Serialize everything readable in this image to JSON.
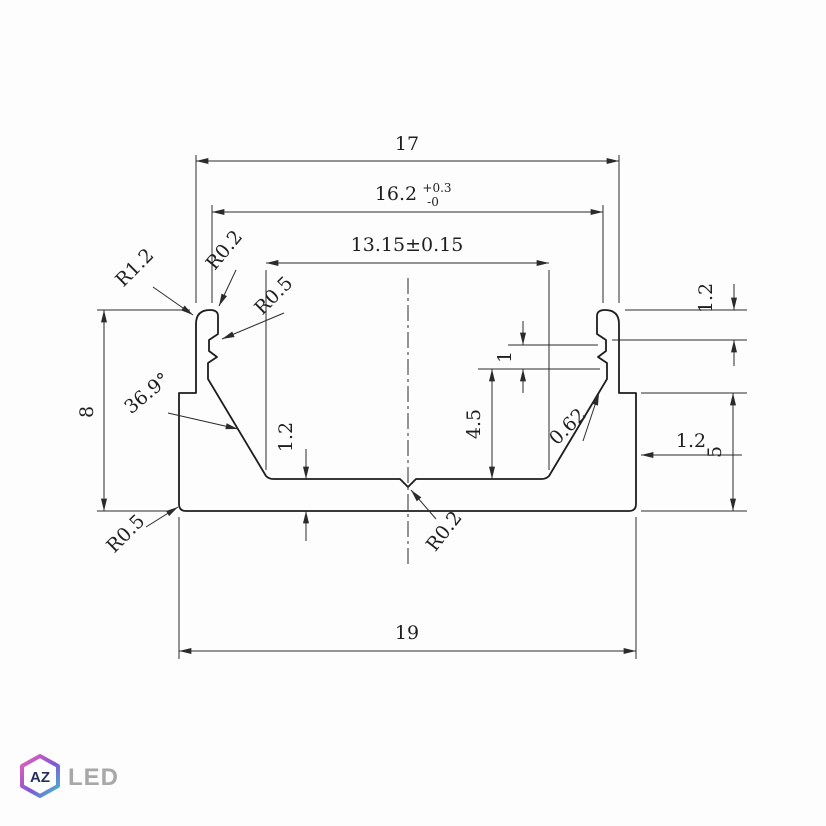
{
  "drawing": {
    "dims": {
      "top_width": "17",
      "opening_width_value": "16.2",
      "opening_width_tol_plus": "+0.3",
      "opening_width_tol_minus": "-0",
      "inner_width": "13.15±0.15",
      "base_width": "19",
      "height": "8",
      "lip_height": "1.2",
      "side_height": "5",
      "side_thickness": "1.2",
      "inner_depth": "4.5",
      "groove_depth": "1",
      "base_thickness": "1.2",
      "wall_angle": "36.9°",
      "web_thickness": "0.62",
      "r_top_outer": "R1.2",
      "r_top_inner": "R0.2",
      "r_lip": "R0.5",
      "r_base_corner": "R0.5",
      "r_floor_center": "R0.2"
    }
  },
  "logo": {
    "monogram": "AZ",
    "wordmark": "LED"
  },
  "colors": {
    "line": "#2b2b2b",
    "background": "#fdfdfd",
    "logo_gray": "#a8a8a8",
    "logo_navy": "#253058",
    "logo_pink": "#ef5fb7",
    "logo_purple": "#7e57d8",
    "logo_teal": "#3fc0c9"
  }
}
